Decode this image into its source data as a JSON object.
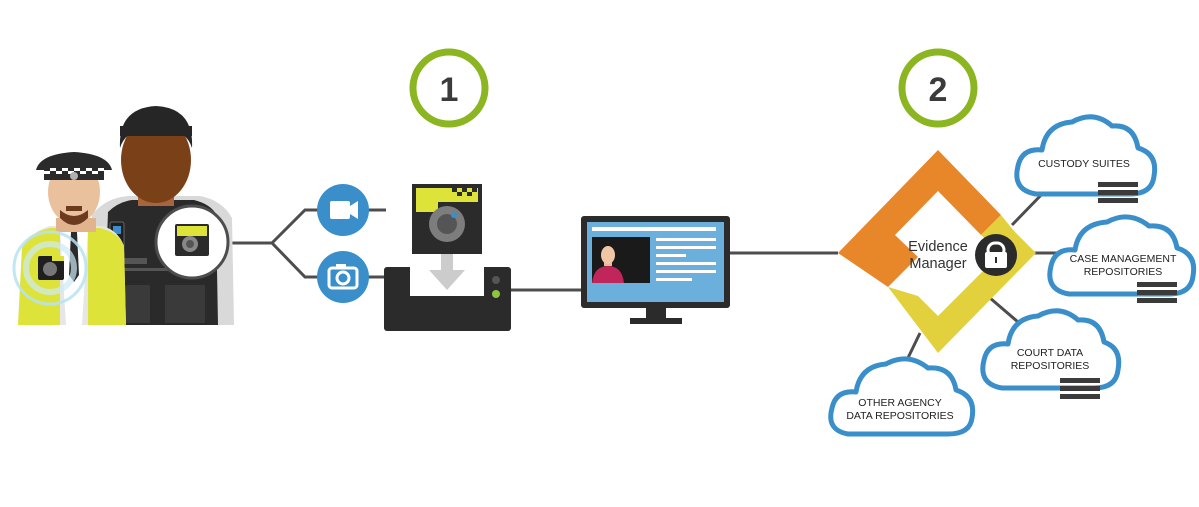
{
  "steps": [
    {
      "label": "1"
    },
    {
      "label": "2"
    }
  ],
  "evidence_manager": {
    "line1": "Evidence",
    "line2": "Manager"
  },
  "repositories": [
    {
      "lines": [
        "CUSTODY SUITES"
      ]
    },
    {
      "lines": [
        "CASE MANAGEMENT",
        "REPOSITORIES"
      ]
    },
    {
      "lines": [
        "COURT DATA",
        "REPOSITORIES"
      ]
    },
    {
      "lines": [
        "OTHER AGENCY",
        "DATA REPOSITORIES"
      ]
    }
  ],
  "icons": {
    "video": "video-camera-icon",
    "photo": "photo-camera-icon",
    "lock": "lock-icon"
  },
  "colors": {
    "step_ring": "#8cb522",
    "accent_blue": "#3a8fca",
    "em_orange": "#e8862a",
    "em_yellow": "#e2d13c",
    "hi_vis": "#dee33a",
    "dock": "#2b2b2b",
    "connector": "#4d4d4d"
  }
}
